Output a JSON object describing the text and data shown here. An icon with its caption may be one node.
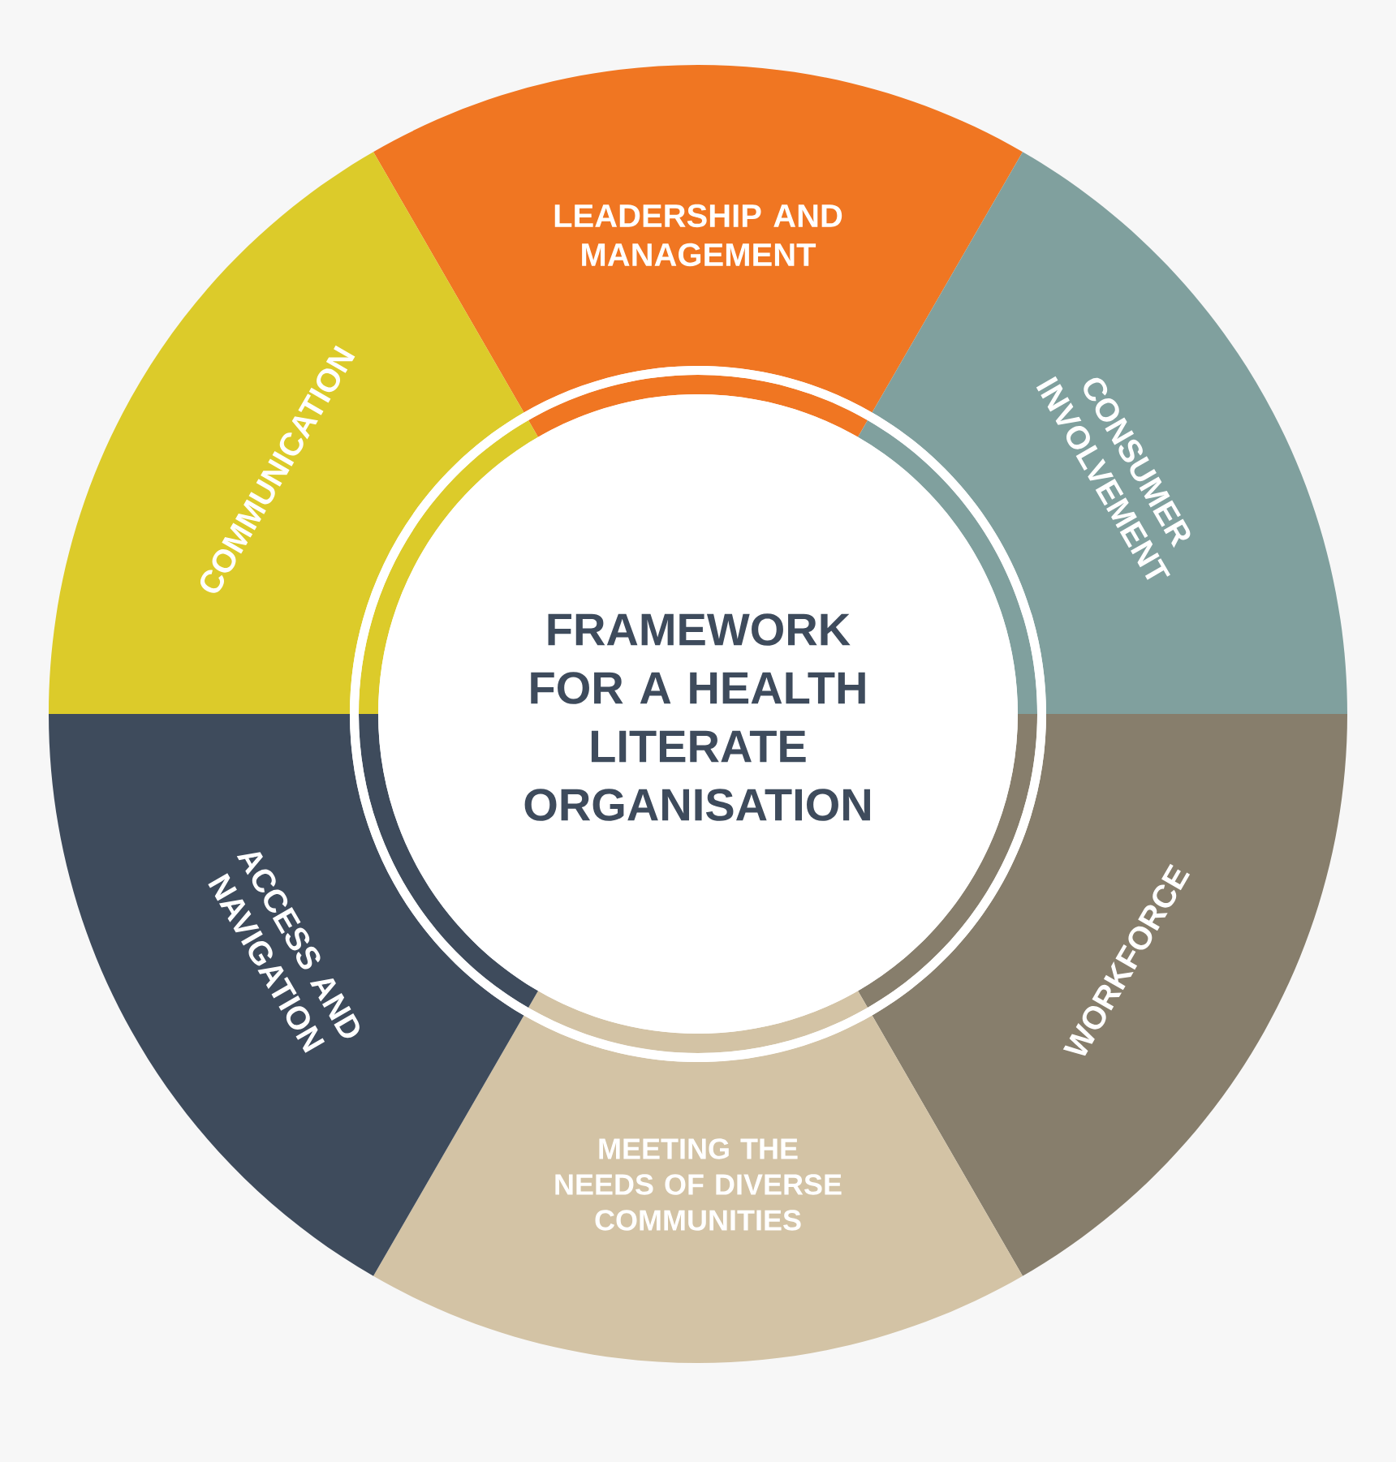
{
  "diagram": {
    "nodes": [
      {
        "text": [
          "FRAMEWORK FOR A HEALTH LITERATE ORGANISATION"
        ]
      },
      {
        "text": [
          "LEADERSHIP AND MANAGEMENT"
        ]
      },
      {
        "text": [
          "CONSUMER INVOLVEMENT"
        ]
      },
      {
        "text": [
          "WORKFORCE"
        ]
      },
      {
        "text": [
          "MEETING THE NEEDS OF DIVERSE COMMUNITIES"
        ]
      },
      {
        "text": [
          "ACCESS AND NAVIGATION"
        ]
      },
      {
        "text": [
          "COMMUNICATION"
        ]
      }
    ]
  }
}
